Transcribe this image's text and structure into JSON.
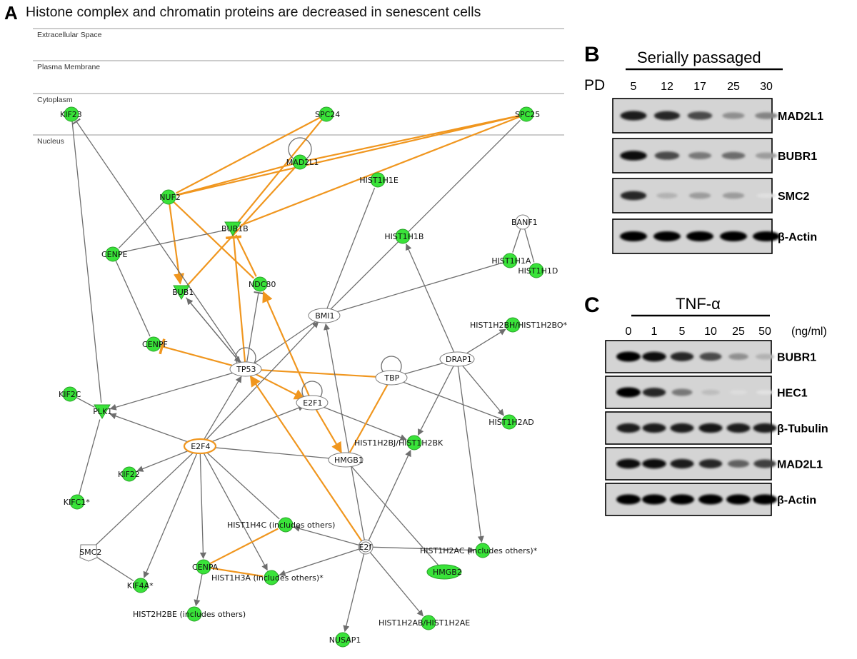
{
  "panel_a": {
    "label": "A",
    "title": "Histone complex and chromatin proteins are decreased in senescent cells",
    "compartments": [
      "Extracellular Space",
      "Plasma Membrane",
      "Cytoplasm",
      "Nucleus"
    ],
    "nodes": [
      {
        "id": "KIF23",
        "label": "KIF23",
        "fill": "green",
        "shape": "circle"
      },
      {
        "id": "SPC24",
        "label": "SPC24",
        "fill": "green",
        "shape": "circle"
      },
      {
        "id": "SPC25",
        "label": "SPC25",
        "fill": "green",
        "shape": "circle"
      },
      {
        "id": "MAD2L1",
        "label": "MAD2L1",
        "fill": "green",
        "shape": "circle"
      },
      {
        "id": "HIST1H1E",
        "label": "HIST1H1E",
        "fill": "green",
        "shape": "circle"
      },
      {
        "id": "NUF2",
        "label": "NUF2",
        "fill": "green",
        "shape": "circle"
      },
      {
        "id": "BUB1B",
        "label": "BUB1B",
        "fill": "green",
        "shape": "triangle"
      },
      {
        "id": "CENPE",
        "label": "CENPE",
        "fill": "green",
        "shape": "circle"
      },
      {
        "id": "BANF1",
        "label": "BANF1",
        "fill": "white",
        "shape": "circle"
      },
      {
        "id": "HIST1H1B",
        "label": "HIST1H1B",
        "fill": "green",
        "shape": "circle"
      },
      {
        "id": "HIST1H1A",
        "label": "HIST1H1A",
        "fill": "green",
        "shape": "circle"
      },
      {
        "id": "HIST1H1D",
        "label": "HIST1H1D",
        "fill": "green",
        "shape": "circle"
      },
      {
        "id": "BUB1",
        "label": "BUB1",
        "fill": "green",
        "shape": "triangle"
      },
      {
        "id": "NDC80",
        "label": "NDC80",
        "fill": "green",
        "shape": "circle"
      },
      {
        "id": "BMI1",
        "label": "BMI1",
        "fill": "white",
        "shape": "ellipse"
      },
      {
        "id": "HIST1H2BH",
        "label": "HIST1H2BH/HIST1H2BO*",
        "fill": "green",
        "shape": "circle"
      },
      {
        "id": "CENPF",
        "label": "CENPF",
        "fill": "green",
        "shape": "circle"
      },
      {
        "id": "TP53",
        "label": "TP53",
        "fill": "white",
        "shape": "ellipse"
      },
      {
        "id": "TBP",
        "label": "TBP",
        "fill": "white",
        "shape": "ellipse"
      },
      {
        "id": "DRAP1",
        "label": "DRAP1",
        "fill": "white",
        "shape": "ellipse"
      },
      {
        "id": "KIF2C",
        "label": "KIF2C",
        "fill": "green",
        "shape": "circle"
      },
      {
        "id": "PLK1",
        "label": "PLK1",
        "fill": "green",
        "shape": "triangle"
      },
      {
        "id": "E2F1",
        "label": "E2F1",
        "fill": "white",
        "shape": "ellipse"
      },
      {
        "id": "HIST1H2AD",
        "label": "HIST1H2AD",
        "fill": "green",
        "shape": "circle"
      },
      {
        "id": "HIST1H2BJ",
        "label": "HIST1H2BJ/HIST1H2BK",
        "fill": "green",
        "shape": "circle"
      },
      {
        "id": "E2F4",
        "label": "E2F4",
        "fill": "white",
        "shape": "ellipse-orange"
      },
      {
        "id": "HMGB1",
        "label": "HMGB1",
        "fill": "white",
        "shape": "ellipse"
      },
      {
        "id": "KIF22",
        "label": "KIF22",
        "fill": "green",
        "shape": "circle"
      },
      {
        "id": "KIFC1",
        "label": "KIFC1*",
        "fill": "green",
        "shape": "circle"
      },
      {
        "id": "HIST1H2AC",
        "label": "HIST1H2AC (includes others)*",
        "fill": "green",
        "shape": "circle"
      },
      {
        "id": "HIST1H4C",
        "label": "HIST1H4C (includes others)",
        "fill": "green",
        "shape": "circle"
      },
      {
        "id": "SMC2",
        "label": "SMC2",
        "fill": "white",
        "shape": "pentagon"
      },
      {
        "id": "E2f",
        "label": "E2f",
        "fill": "white",
        "shape": "double-circle"
      },
      {
        "id": "CENPA",
        "label": "CENPA",
        "fill": "green",
        "shape": "circle"
      },
      {
        "id": "HMGB2",
        "label": "HMGB2",
        "fill": "green",
        "shape": "ellipse"
      },
      {
        "id": "HIST1H3A",
        "label": "HIST1H3A (includes others)*",
        "fill": "green",
        "shape": "circle"
      },
      {
        "id": "KIF4A",
        "label": "KIF4A*",
        "fill": "green",
        "shape": "circle"
      },
      {
        "id": "HIST2H2BE",
        "label": "HIST2H2BE (includes others)",
        "fill": "green",
        "shape": "circle"
      },
      {
        "id": "HIST1H2AB",
        "label": "HIST1H2AB/HIST1H2AE",
        "fill": "green",
        "shape": "circle"
      },
      {
        "id": "NUSAP1",
        "label": "NUSAP1",
        "fill": "green",
        "shape": "circle"
      }
    ],
    "edges": [
      {
        "from": "SPC24",
        "to": "NUF2",
        "color": "orange"
      },
      {
        "from": "SPC24",
        "to": "BUB1B",
        "color": "orange"
      },
      {
        "from": "SPC25",
        "to": "NUF2",
        "color": "orange"
      },
      {
        "from": "SPC25",
        "to": "MAD2L1",
        "color": "orange"
      },
      {
        "from": "SPC25",
        "to": "BUB1B",
        "color": "orange"
      },
      {
        "from": "MAD2L1",
        "to": "NUF2",
        "color": "orange"
      },
      {
        "from": "MAD2L1",
        "to": "BUB1",
        "color": "orange"
      },
      {
        "from": "NUF2",
        "to": "NDC80",
        "color": "orange"
      },
      {
        "from": "NUF2",
        "to": "BUB1",
        "color": "orange",
        "arrow": true
      },
      {
        "from": "BUB1B",
        "to": "NDC80",
        "color": "orange"
      },
      {
        "from": "BUB1B",
        "to": "CENPE",
        "color": "gray"
      },
      {
        "from": "NUF2",
        "to": "CENPE",
        "color": "gray"
      },
      {
        "from": "CENPE",
        "to": "CENPF",
        "color": "gray"
      },
      {
        "from": "KIF23",
        "to": "PLK1",
        "color": "gray"
      },
      {
        "from": "TP53",
        "to": "KIF23",
        "color": "gray",
        "tbar": true
      },
      {
        "from": "TP53",
        "to": "BUB1",
        "color": "gray",
        "arrow": true
      },
      {
        "from": "BUB1",
        "to": "TP53",
        "color": "gray",
        "arrow": true
      },
      {
        "from": "TP53",
        "to": "BUB1B",
        "color": "orange",
        "tbar": true
      },
      {
        "from": "TP53",
        "to": "NDC80",
        "color": "gray",
        "tbar": true
      },
      {
        "from": "TP53",
        "to": "CENPF",
        "color": "orange",
        "tbar": true
      },
      {
        "from": "TP53",
        "to": "E2F1",
        "color": "orange",
        "arrow": true
      },
      {
        "from": "TP53",
        "to": "TBP",
        "color": "orange"
      },
      {
        "from": "TP53",
        "to": "PLK1",
        "color": "gray",
        "arrow": true
      },
      {
        "from": "BMI1",
        "to": "HIST1H1E",
        "color": "gray"
      },
      {
        "from": "BMI1",
        "to": "HIST1H1A",
        "color": "gray"
      },
      {
        "from": "BMI1",
        "to": "SPC25",
        "color": "gray"
      },
      {
        "from": "BMI1",
        "to": "TP53",
        "color": "gray"
      },
      {
        "from": "E2F1",
        "to": "NDC80",
        "color": "orange",
        "arrow": true
      },
      {
        "from": "E2F1",
        "to": "HMGB1",
        "color": "orange",
        "arrow": true
      },
      {
        "from": "E2F1",
        "to": "HIST1H2BJ",
        "color": "gray",
        "arrow": true
      },
      {
        "from": "BANF1",
        "to": "HIST1H1D",
        "color": "gray"
      },
      {
        "from": "BANF1",
        "to": "HIST1H1A",
        "color": "gray"
      },
      {
        "from": "DRAP1",
        "to": "HIST1H1B",
        "color": "gray",
        "arrow": true
      },
      {
        "from": "DRAP1",
        "to": "HIST1H2BH",
        "color": "gray",
        "arrow": true
      },
      {
        "from": "DRAP1",
        "to": "HIST1H2AD",
        "color": "gray",
        "arrow": true
      },
      {
        "from": "DRAP1",
        "to": "HIST1H2BJ",
        "color": "gray",
        "arrow": true
      },
      {
        "from": "DRAP1",
        "to": "HIST1H2AC",
        "color": "gray",
        "arrow": true
      },
      {
        "from": "TBP",
        "to": "DRAP1",
        "color": "gray"
      },
      {
        "from": "TBP",
        "to": "HIST1H2AD",
        "color": "gray"
      },
      {
        "from": "TBP",
        "to": "HMGB1",
        "color": "orange"
      },
      {
        "from": "KIF2C",
        "to": "PLK1",
        "color": "gray"
      },
      {
        "from": "KIFC1",
        "to": "PLK1",
        "color": "gray"
      },
      {
        "from": "E2F4",
        "to": "PLK1",
        "color": "gray",
        "arrow": true
      },
      {
        "from": "E2F4",
        "to": "TP53",
        "color": "gray",
        "arrow": true
      },
      {
        "from": "E2F4",
        "to": "E2F1",
        "color": "gray",
        "arrow": true
      },
      {
        "from": "E2F4",
        "to": "BMI1",
        "color": "gray",
        "arrow": true
      },
      {
        "from": "E2F4",
        "to": "HMGB1",
        "color": "gray",
        "arrow": true
      },
      {
        "from": "E2F4",
        "to": "KIF22",
        "color": "gray",
        "arrow": true
      },
      {
        "from": "E2F4",
        "to": "SMC2",
        "color": "gray"
      },
      {
        "from": "E2F4",
        "to": "KIF4A",
        "color": "gray",
        "arrow": true
      },
      {
        "from": "E2F4",
        "to": "CENPA",
        "color": "gray",
        "arrow": true
      },
      {
        "from": "E2F4",
        "to": "HIST1H3A",
        "color": "gray",
        "arrow": true
      },
      {
        "from": "E2F4",
        "to": "HIST1H4C",
        "color": "gray"
      },
      {
        "from": "SMC2",
        "to": "KIF4A",
        "color": "gray"
      },
      {
        "from": "E2f",
        "to": "TP53",
        "color": "orange",
        "arrow": true
      },
      {
        "from": "E2f",
        "to": "HIST1H4C",
        "color": "gray",
        "arrow": true
      },
      {
        "from": "E2f",
        "to": "HIST1H3A",
        "color": "gray",
        "arrow": true
      },
      {
        "from": "E2f",
        "to": "HIST1H2AC",
        "color": "gray",
        "arrow": true
      },
      {
        "from": "E2f",
        "to": "HIST1H2BJ",
        "color": "gray",
        "arrow": true
      },
      {
        "from": "E2f",
        "to": "NUSAP1",
        "color": "gray",
        "arrow": true
      },
      {
        "from": "E2f",
        "to": "HIST1H2AB",
        "color": "gray",
        "arrow": true
      },
      {
        "from": "E2f",
        "to": "BMI1",
        "color": "gray",
        "arrow": true
      },
      {
        "from": "CENPA",
        "to": "HIST1H4C",
        "color": "orange"
      },
      {
        "from": "CENPA",
        "to": "HIST1H3A",
        "color": "orange"
      },
      {
        "from": "CENPA",
        "to": "HIST2H2BE",
        "color": "gray",
        "arrow": true
      },
      {
        "from": "HMGB1",
        "to": "HMGB2",
        "color": "gray"
      }
    ]
  },
  "panel_b": {
    "label": "B",
    "header": "Serially passaged",
    "row_label": "PD",
    "lanes": [
      "5",
      "12",
      "17",
      "25",
      "30"
    ],
    "blots": [
      {
        "name": "MAD2L1",
        "intensity": [
          0.9,
          0.85,
          0.7,
          0.4,
          0.45
        ]
      },
      {
        "name": "BUBR1",
        "intensity": [
          0.95,
          0.7,
          0.5,
          0.55,
          0.35
        ]
      },
      {
        "name": "SMC2",
        "intensity": [
          0.85,
          0.25,
          0.35,
          0.35,
          0.05
        ]
      },
      {
        "name": "β-Actin",
        "intensity": [
          1,
          1,
          1,
          1,
          1
        ]
      }
    ]
  },
  "panel_c": {
    "label": "C",
    "header": "TNF-α",
    "unit": "(ng/ml)",
    "lanes": [
      "0",
      "1",
      "5",
      "10",
      "25",
      "50"
    ],
    "blots": [
      {
        "name": "BUBR1",
        "intensity": [
          1,
          0.95,
          0.85,
          0.7,
          0.4,
          0.25
        ]
      },
      {
        "name": "HEC1",
        "intensity": [
          1,
          0.85,
          0.5,
          0.2,
          0.06,
          0.04
        ]
      },
      {
        "name": "β-Tubulin",
        "intensity": [
          0.9,
          0.9,
          0.9,
          0.92,
          0.9,
          0.9
        ]
      },
      {
        "name": "MAD2L1",
        "intensity": [
          0.95,
          0.95,
          0.9,
          0.85,
          0.6,
          0.75
        ]
      },
      {
        "name": "β-Actin",
        "intensity": [
          1,
          1,
          1,
          1,
          1,
          1
        ]
      }
    ]
  },
  "colors": {
    "green": "#39e339",
    "green_stroke": "#2aa02a",
    "orange": "#f0961e",
    "gray_edge": "#6e6e6e",
    "compartment_line": "#9a9a9a"
  }
}
